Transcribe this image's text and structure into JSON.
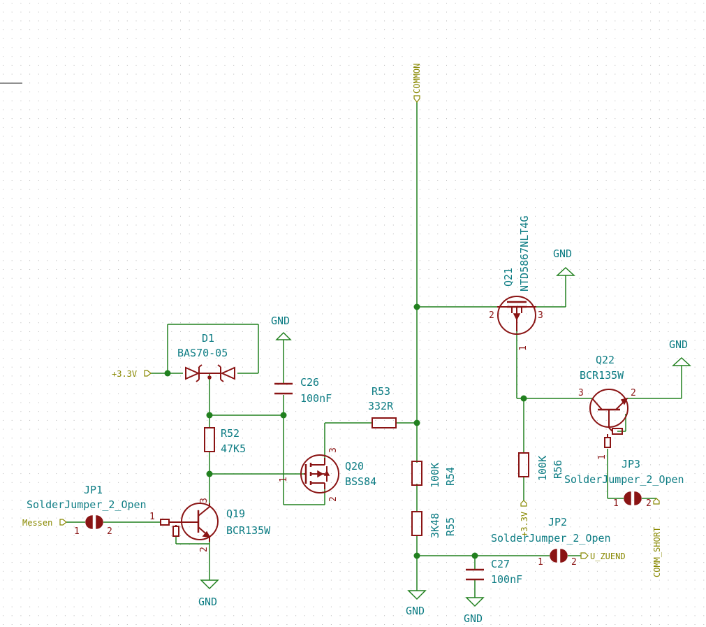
{
  "components": {
    "d1": {
      "ref": "D1",
      "value": "BAS70-05"
    },
    "c26": {
      "ref": "C26",
      "value": "100nF"
    },
    "r52": {
      "ref": "R52",
      "value": "47K5"
    },
    "r53": {
      "ref": "R53",
      "value": "332R"
    },
    "r54": {
      "ref": "R54",
      "value": "100K"
    },
    "r55": {
      "ref": "R55",
      "value": "3K48"
    },
    "r56": {
      "ref": "R56",
      "value": "100K"
    },
    "c27": {
      "ref": "C27",
      "value": "100nF"
    },
    "q19": {
      "ref": "Q19",
      "value": "BCR135W"
    },
    "q20": {
      "ref": "Q20",
      "value": "BSS84"
    },
    "q21": {
      "ref": "Q21",
      "value": "NTD5867NLT4G"
    },
    "q22": {
      "ref": "Q22",
      "value": "BCR135W"
    },
    "jp1": {
      "ref": "JP1",
      "value": "SolderJumper_2_Open"
    },
    "jp2": {
      "ref": "JP2",
      "value": "SolderJumper_2_Open"
    },
    "jp3": {
      "ref": "JP3",
      "value": "SolderJumper_2_Open"
    }
  },
  "power": {
    "gnd": "GND",
    "v33": "+3.3V"
  },
  "nets": {
    "common": "COMMON",
    "messen": "Messen",
    "u_zuend": "U_ZUEND",
    "comm_short": "COMM_SHORT"
  },
  "pins": {
    "p1": "1",
    "p2": "2",
    "p3": "3"
  },
  "colors": {
    "wire": "#21801f",
    "component": "#8a1414",
    "label": "#0e7d84",
    "net_label": "#888800"
  }
}
